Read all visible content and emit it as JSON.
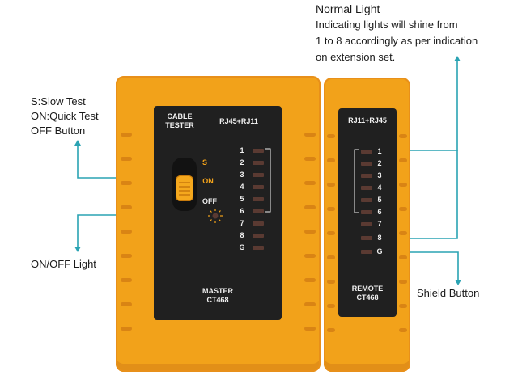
{
  "annotations": {
    "normal_light": {
      "title": "Normal Light",
      "lines": [
        "Indicating lights will shine from",
        "1 to 8 accordingly as per indication",
        "on extension set."
      ]
    },
    "switch": {
      "lines": [
        "S:Slow Test",
        "ON:Quick Test",
        "OFF Button"
      ]
    },
    "onoff_light": "ON/OFF Light",
    "shield_button": "Shield Button"
  },
  "master": {
    "header_line1": "CABLE",
    "header_line2": "TESTER",
    "port_label": "RJ45+RJ11",
    "switch_s": "S",
    "switch_on": "ON",
    "switch_off": "OFF",
    "leds": [
      "1",
      "2",
      "3",
      "4",
      "5",
      "6",
      "7",
      "8",
      "G"
    ],
    "footer_line1": "MASTER",
    "footer_line2": "CT468"
  },
  "remote": {
    "port_label": "RJ11+RJ45",
    "leds": [
      "1",
      "2",
      "3",
      "4",
      "5",
      "6",
      "7",
      "8",
      "G"
    ],
    "footer_line1": "REMOTE",
    "footer_line2": "CT468"
  },
  "colors": {
    "body": "#f2a21a",
    "panel": "#202020",
    "callout": "#2aa3b3"
  }
}
